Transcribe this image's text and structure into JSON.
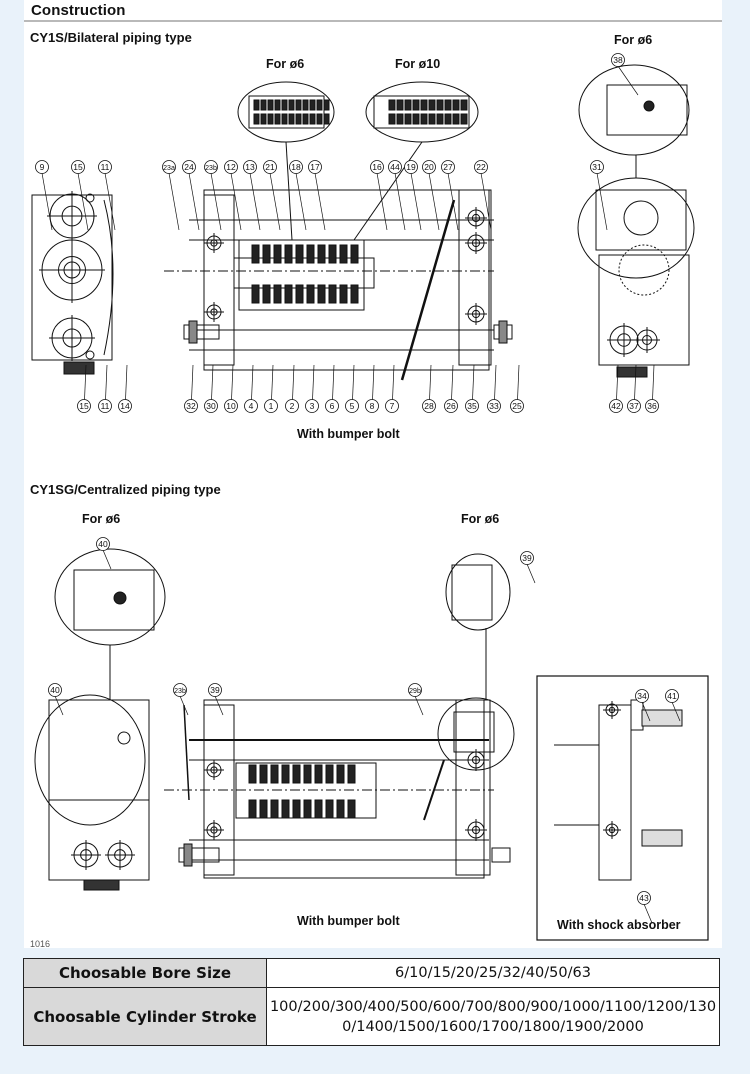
{
  "section": {
    "title": "Construction"
  },
  "bilateral": {
    "title": "CY1S/Bilateral piping type",
    "detail_d6": "For ø6",
    "detail_d10": "For ø10",
    "right_detail": "For ø6",
    "caption": "With bumper bolt",
    "top_labels": [
      "9",
      "15",
      "11",
      "23a",
      "24",
      "23b",
      "12",
      "13",
      "21",
      "18",
      "17",
      "16",
      "44",
      "19",
      "20",
      "27",
      "22",
      "38",
      "31"
    ],
    "bottom_labels": [
      "15",
      "11",
      "14",
      "32",
      "30",
      "10",
      "4",
      "1",
      "2",
      "3",
      "6",
      "5",
      "8",
      "7",
      "28",
      "26",
      "35",
      "33",
      "25",
      "42",
      "37",
      "36"
    ]
  },
  "centralized": {
    "title": "CY1SG/Centralized piping type",
    "left_detail": "For ø6",
    "right_detail": "For ø6",
    "caption": "With bumper bolt",
    "shock_caption": "With shock absorber",
    "labels": [
      "40",
      "39",
      "40",
      "23b",
      "39",
      "29b",
      "34",
      "41",
      "43"
    ]
  },
  "page_number": "1016",
  "spec_table": {
    "rows": [
      {
        "key": "Choosable Bore Size",
        "value": "6/10/15/20/25/32/40/50/63"
      },
      {
        "key": "Choosable Cylinder Stroke",
        "value": "100/200/300/400/500/600/700/800/900/1000/1100/1200/1300/1400/1500/1600/1700/1800/1900/2000"
      }
    ]
  }
}
